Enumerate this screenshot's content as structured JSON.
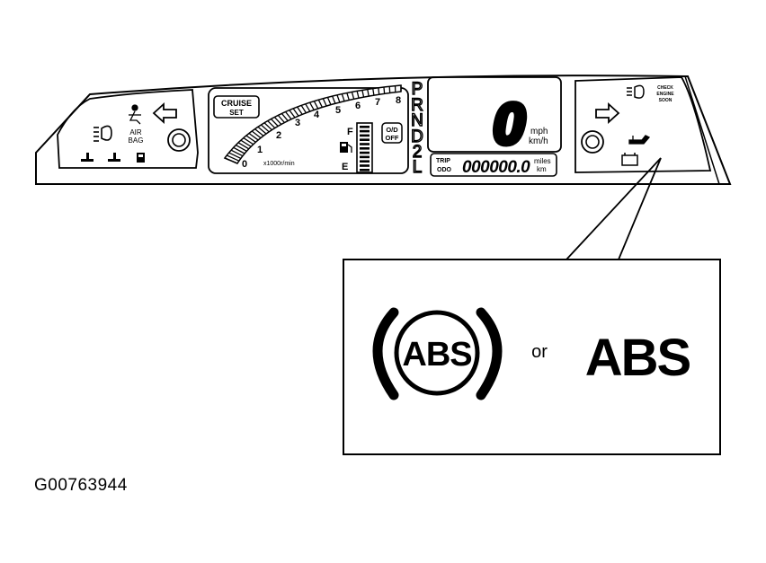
{
  "figure_id": "G00763944",
  "cluster": {
    "airbag_label_line1": "AIR",
    "airbag_label_line2": "BAG",
    "cruise_line1": "CRUISE",
    "cruise_line2": "SET",
    "tach_numbers": [
      "0",
      "1",
      "2",
      "3",
      "4",
      "5",
      "6",
      "7",
      "8"
    ],
    "tach_unit": "x1000r/min",
    "fuel_full": "F",
    "fuel_empty": "E",
    "od_line1": "O/D",
    "od_line2": "OFF",
    "gear_letters": [
      "P",
      "R",
      "N",
      "D",
      "2",
      "L"
    ],
    "speed_value": "0",
    "speed_unit_mph": "mph",
    "speed_unit_kmh": "km/h",
    "trip_label": "TRIP",
    "odo_label": "ODO",
    "odometer_value": "000000.0",
    "odo_unit_miles": "miles",
    "odo_unit_km": "km",
    "maint_line1": "CHECK",
    "maint_line2": "ENGINE",
    "maint_line3": "SOON"
  },
  "callout": {
    "abs_symbol_text": "ABS",
    "or_text": "or",
    "abs_text": "ABS"
  }
}
